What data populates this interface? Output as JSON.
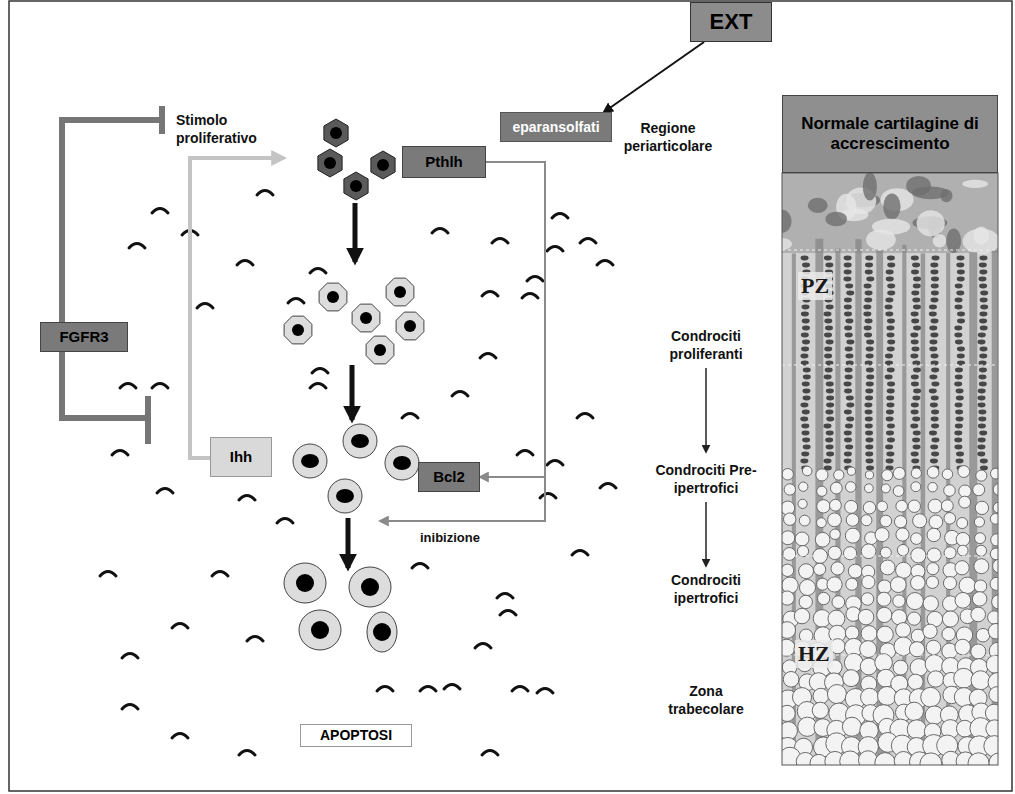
{
  "diagram": {
    "nodes": [
      {
        "text": [
          "EXT"
        ]
      },
      {
        "text": [
          "Normale cartilagine di accrescimento"
        ]
      },
      {
        "text": [
          "eparansolfati"
        ]
      },
      {
        "text": [
          "Pthlh"
        ]
      },
      {
        "text": [
          "FGFR3"
        ]
      },
      {
        "text": [
          "Ihh"
        ]
      },
      {
        "text": [
          "Bcl2"
        ]
      },
      {
        "text": [
          "APOPTOSI"
        ]
      }
    ],
    "edges": [
      {
        "from": 0,
        "to": 2,
        "arrow": "to"
      },
      {
        "from": 3,
        "to": 6,
        "arrow": "to"
      }
    ],
    "labels": [
      "Stimolo proliferativo",
      "Regione periarticolare",
      "Condrociti proliferanti",
      "Condrociti Pre-ipertrofici",
      "Condrociti ipertrofici",
      "Zona trabecolare",
      "inibizione",
      "PZ",
      "HZ"
    ]
  }
}
